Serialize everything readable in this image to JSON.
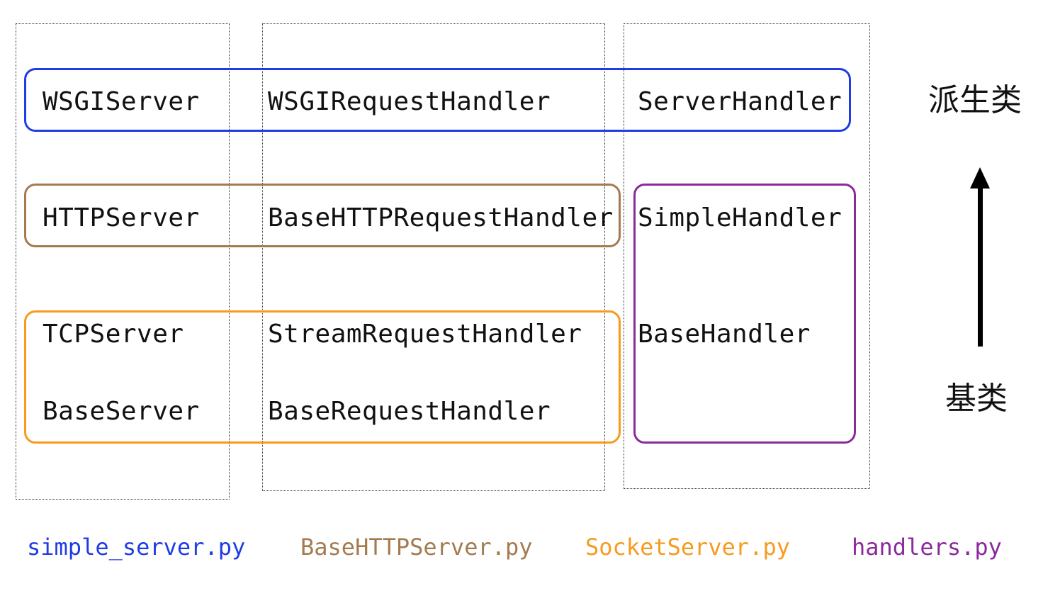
{
  "colors": {
    "blue": "#1f3ce6",
    "brown": "#a47b4f",
    "orange": "#f79a1e",
    "purple": "#8b2a9b"
  },
  "classes": {
    "wsgi_server": "WSGIServer",
    "wsgi_request_handler": "WSGIRequestHandler",
    "server_handler": "ServerHandler",
    "http_server": "HTTPServer",
    "base_http_request_handler": "BaseHTTPRequestHandler",
    "simple_handler": "SimpleHandler",
    "tcp_server": "TCPServer",
    "stream_request_handler": "StreamRequestHandler",
    "base_handler": "BaseHandler",
    "base_server": "BaseServer",
    "base_request_handler": "BaseRequestHandler"
  },
  "hierarchy": {
    "derived_label": "派生类",
    "base_label": "基类"
  },
  "legend": {
    "simple_server": "simple_server.py",
    "base_http_server": "BaseHTTPServer.py",
    "socket_server": "SocketServer.py",
    "handlers": "handlers.py"
  }
}
